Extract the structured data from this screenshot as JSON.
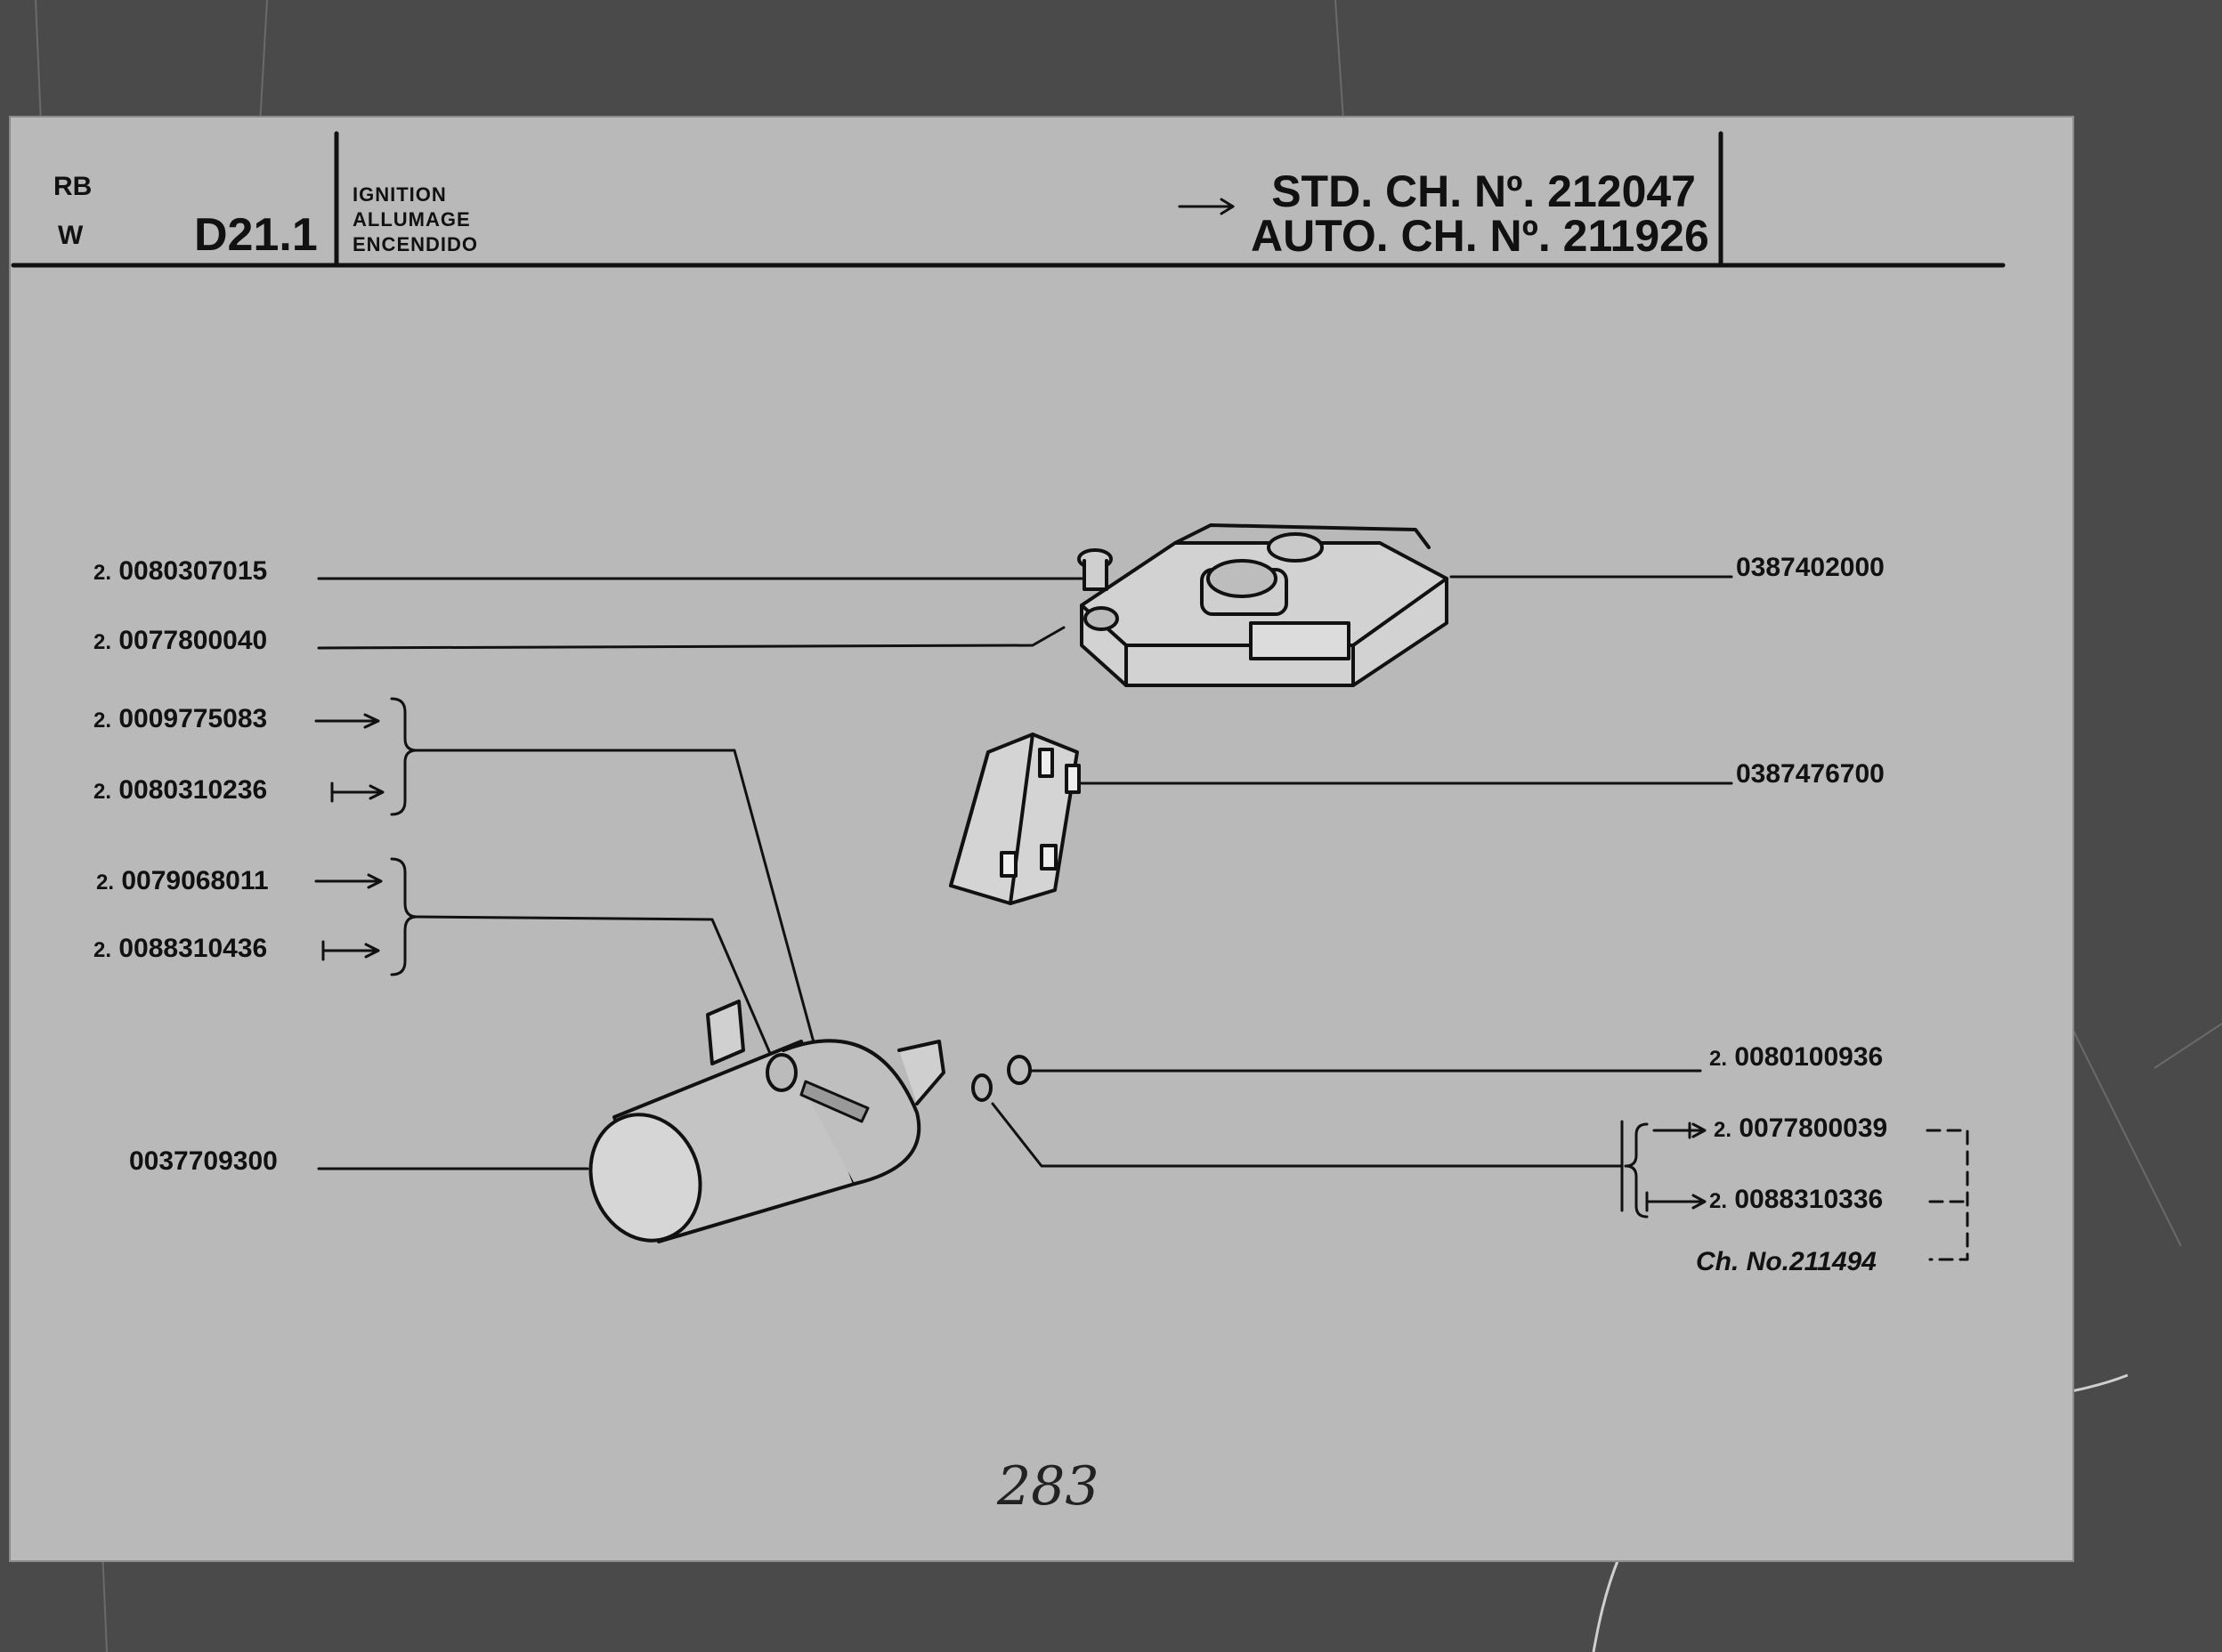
{
  "header": {
    "variant_line1": "RB",
    "variant_line2": "W",
    "group_code": "D21.1",
    "title_en": "IGNITION",
    "title_fr": "ALLUMAGE",
    "title_es": "ENCENDIDO",
    "std_chassis": "STD. CH. Nº. 212047",
    "auto_chassis": "AUTO. CH. Nº. 211926"
  },
  "parts": {
    "left": [
      {
        "qty": "2.",
        "number": "0080307015"
      },
      {
        "qty": "2.",
        "number": "0077800040"
      },
      {
        "qty": "2.",
        "number": "0009775083"
      },
      {
        "qty": "2.",
        "number": "0080310236"
      },
      {
        "qty": "2.",
        "number": "0079068011"
      },
      {
        "qty": "2.",
        "number": "0088310436"
      },
      {
        "qty": "",
        "number": "0037709300"
      }
    ],
    "right": [
      {
        "qty": "",
        "number": "0387402000"
      },
      {
        "qty": "",
        "number": "0387476700"
      },
      {
        "qty": "2.",
        "number": "0080100936"
      },
      {
        "qty": "2.",
        "number": "0077800039"
      },
      {
        "qty": "2.",
        "number": "0088310336"
      }
    ],
    "chassis_note": "Ch. No.211494"
  },
  "page_number": "283",
  "colors": {
    "paper": "#b9b9b9",
    "ink": "#111111",
    "background": "#4a4a4a"
  }
}
